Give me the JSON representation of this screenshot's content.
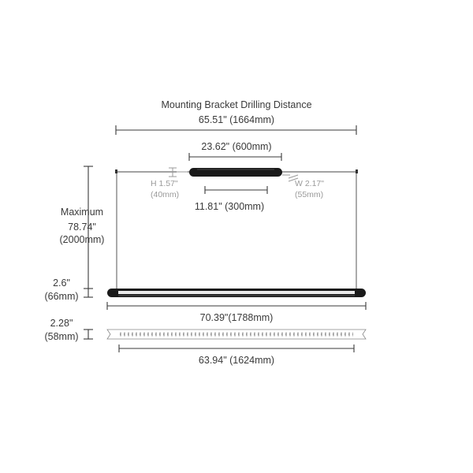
{
  "drilling_distance": {
    "title": "Mounting Bracket Drilling Distance",
    "value": "65.51\" (1664mm)"
  },
  "canopy": {
    "length": "23.62\" (600mm)",
    "hole_spacing": "11.81\" (300mm)",
    "height_label": "H 1.57\"",
    "height_mm": "(40mm)",
    "width_label": "W 2.17\"",
    "width_mm": "(55mm)"
  },
  "hanging": {
    "line1": "Maximum",
    "line2": "78.74\"",
    "line3": "(2000mm)"
  },
  "fixture": {
    "height_in": "2.6\"",
    "height_mm": "(66mm)",
    "length": "70.39\"(1788mm)"
  },
  "diffuser": {
    "height_in": "2.28\"",
    "height_mm": "(58mm)",
    "length": "63.94\" (1624mm)"
  },
  "colors": {
    "line": "#3a3a3a",
    "secondary": "#9a9a9a",
    "fixture": "#1a1a1a"
  }
}
